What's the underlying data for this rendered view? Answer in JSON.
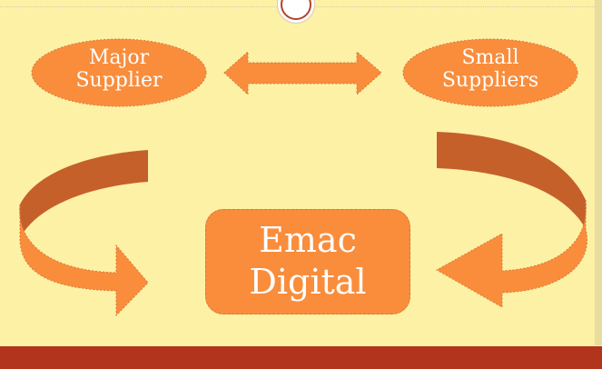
{
  "nodes": {
    "major_line1": "Major",
    "major_line2": "Supplier",
    "small_line1": "Small",
    "small_line2": "Suppliers",
    "center_line1": "Emac",
    "center_line2": "Digital"
  },
  "colors": {
    "background": "#fdf1a6",
    "shape_fill": "#f98d3c",
    "shape_shadow": "#c5602a",
    "bottom_bar": "#b2341d"
  }
}
